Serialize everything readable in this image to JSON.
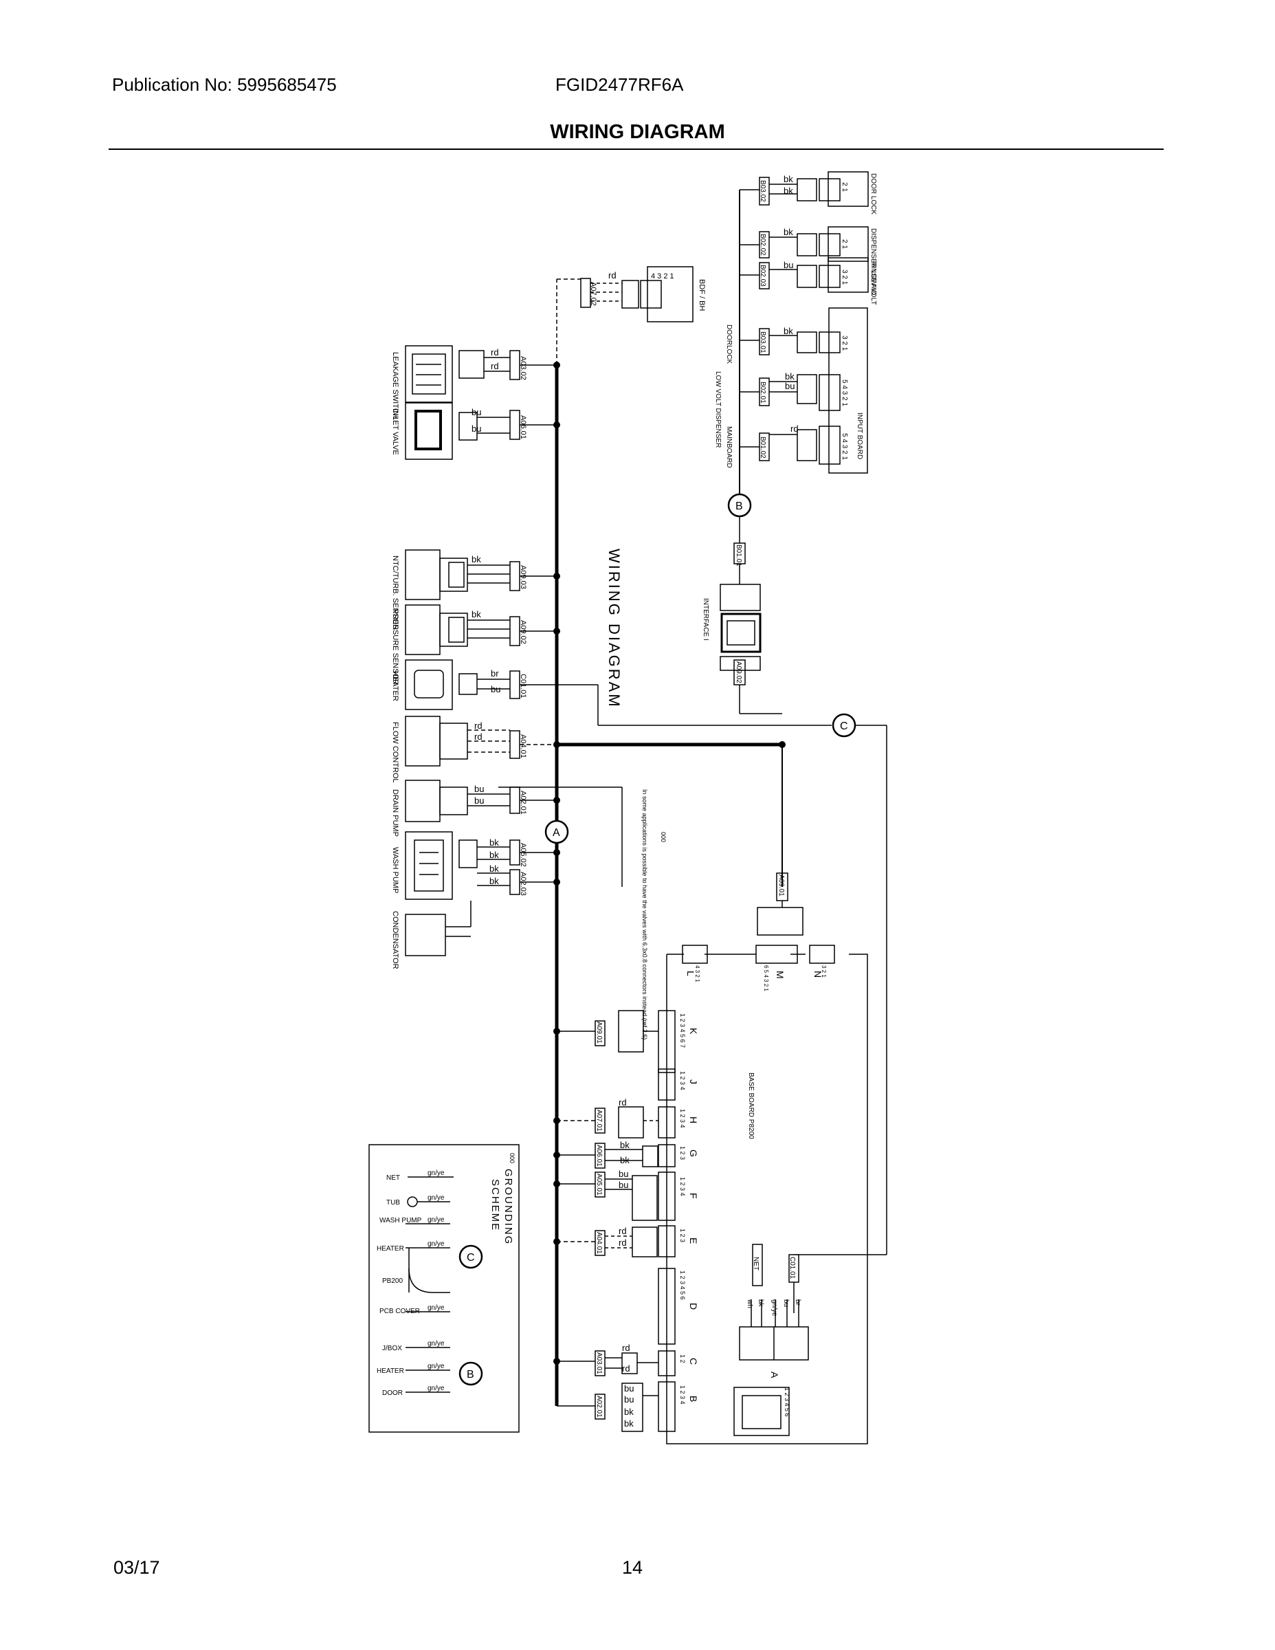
{
  "header": {
    "publication": "Publication No: 5995685475",
    "model": "FGID2477RF6A",
    "title": "WIRING DIAGRAM"
  },
  "footer": {
    "date": "03/17",
    "page": "14"
  },
  "diagram": {
    "big_label": "WIRING DIAGRAM",
    "left_components": [
      {
        "name": "LEAKAGE SWITCH",
        "conn": "A03.02",
        "wires": [
          "rd",
          "rd"
        ]
      },
      {
        "name": "INLET VALVE",
        "conn": "A06.01",
        "wires": [
          "bu",
          "bu"
        ]
      },
      {
        "name": "NTC/TURB. SENSOR",
        "conn": "A09.03",
        "wires": [
          "bk"
        ]
      },
      {
        "name": "PRESSURE SENSOR",
        "conn": "A09.02",
        "wires": [
          "bk"
        ]
      },
      {
        "name": "HEATER",
        "conn": "C01.01",
        "wires": [
          "br",
          "bu"
        ]
      },
      {
        "name": "FLOW CONTROL",
        "conn": "A04.01",
        "wires": [
          "rd",
          "rd"
        ]
      },
      {
        "name": "DRAIN PUMP",
        "conn": "A02.01",
        "wires": [
          "bu",
          "bu"
        ]
      },
      {
        "name": "WASH PUMP",
        "conn": "A05.02",
        "conn2": "A02.03",
        "wires": [
          "bk",
          "bk",
          "bk",
          "bk"
        ]
      },
      {
        "name": "CONDENSATOR"
      }
    ],
    "bdf": {
      "name": "BDF / BH",
      "conn": "A07.02",
      "pins": "4 3 2 1",
      "wires": [
        "rd"
      ]
    },
    "top_components": [
      {
        "name": "DOOR LOCK",
        "conn": "B03.02",
        "pins": "2 1",
        "wires": [
          "bk",
          "bk"
        ]
      },
      {
        "name": "DISPENSER LOW VOLT",
        "conn": "B02.02",
        "pins": "2 1",
        "wires": [
          "bk"
        ]
      },
      {
        "name": "RINSE AID",
        "conn": "B02.03",
        "pins": "3 2 1",
        "wires": [
          "bu"
        ]
      }
    ],
    "input_board": {
      "name": "INPUT BOARD",
      "rows": [
        {
          "label": "DOORLOCK",
          "conn": "B03.01",
          "pins": "3 2 1",
          "wires": [
            "bk"
          ]
        },
        {
          "label": "LOW VOLT DISPENSER",
          "conn": "B02.01",
          "pins": "5 4 3 2 1",
          "wires": [
            "bk",
            "bu"
          ]
        },
        {
          "label": "MAINBOARD",
          "conn": "B01.02",
          "pins": "5 4 3 2 1",
          "wires": [
            "rd"
          ]
        }
      ]
    },
    "interface": {
      "name": "INTERFACE I",
      "conn_top": "B01.01",
      "conn_bottom": "A09.02"
    },
    "nodes": [
      "A",
      "B",
      "C"
    ],
    "note_ref": "000",
    "note": "In some applications is possible to have the valves with 6.3x0.8 connectors instead (ref 2.6)",
    "main_cable_conn": "A09.01",
    "base_board": {
      "name": "BASE BOARD P8200",
      "top_connectors": [
        {
          "letter": "L",
          "pins": "4 3 2 1"
        },
        {
          "letter": "M",
          "pins": "6 5 4 3 2 1"
        },
        {
          "letter": "N",
          "pins": "3 2 1"
        }
      ],
      "connectors": [
        {
          "letter": "K",
          "pins": "1 2 3 4 5 6 7",
          "conn": "A09.01"
        },
        {
          "letter": "J",
          "pins": "1 2 3 4"
        },
        {
          "letter": "H",
          "pins": "1 2 3 4",
          "conn": "A07.01",
          "wires": [
            "rd"
          ]
        },
        {
          "letter": "G",
          "pins": "1 2 3",
          "conn": "A06.01",
          "wires": [
            "bk",
            "bk"
          ]
        },
        {
          "letter": "F",
          "pins": "1 2 3 4",
          "conn": "A05.01",
          "wires": [
            "bu",
            "bu"
          ]
        },
        {
          "letter": "E",
          "pins": "1 2 3",
          "conn": "A04.01",
          "wires": [
            "rd",
            "rd"
          ]
        },
        {
          "letter": "D",
          "pins": "1 2 3 4 5 6"
        },
        {
          "letter": "C",
          "pins": "1 2",
          "conn": "A03.01",
          "wires": [
            "rd",
            "rd"
          ]
        },
        {
          "letter": "B",
          "pins": "1 2 3 4",
          "conn": "A02.01",
          "wires": [
            "bu",
            "bu",
            "bk",
            "bk"
          ]
        },
        {
          "letter": "A",
          "pins": "1 2 3 4 5 6"
        }
      ],
      "power": {
        "conn": "C01.01",
        "net_label": "NET",
        "wires": [
          "wh",
          "bk",
          "gn/ye",
          "bu",
          "br"
        ]
      }
    },
    "grounding": {
      "title_line1": "GROUNDING",
      "title_line2": "SCHEME",
      "ref": "000",
      "items": [
        {
          "label": "NET",
          "wire": "gn/ye"
        },
        {
          "label": "TUB",
          "wire": "gn/ye"
        },
        {
          "label": "WASH PUMP",
          "wire": "gn/ye"
        },
        {
          "label": "HEATER",
          "wire": "gn/ye"
        },
        {
          "label": "PB200",
          "wire": ""
        },
        {
          "label": "PCB COVER",
          "wire": "gn/ye"
        },
        {
          "label": "J/BOX",
          "wire": "gn/ye"
        },
        {
          "label": "HEATER",
          "wire": "gn/ye"
        },
        {
          "label": "DOOR",
          "wire": "gn/ye"
        }
      ],
      "nodes": [
        "C",
        "B"
      ]
    }
  }
}
